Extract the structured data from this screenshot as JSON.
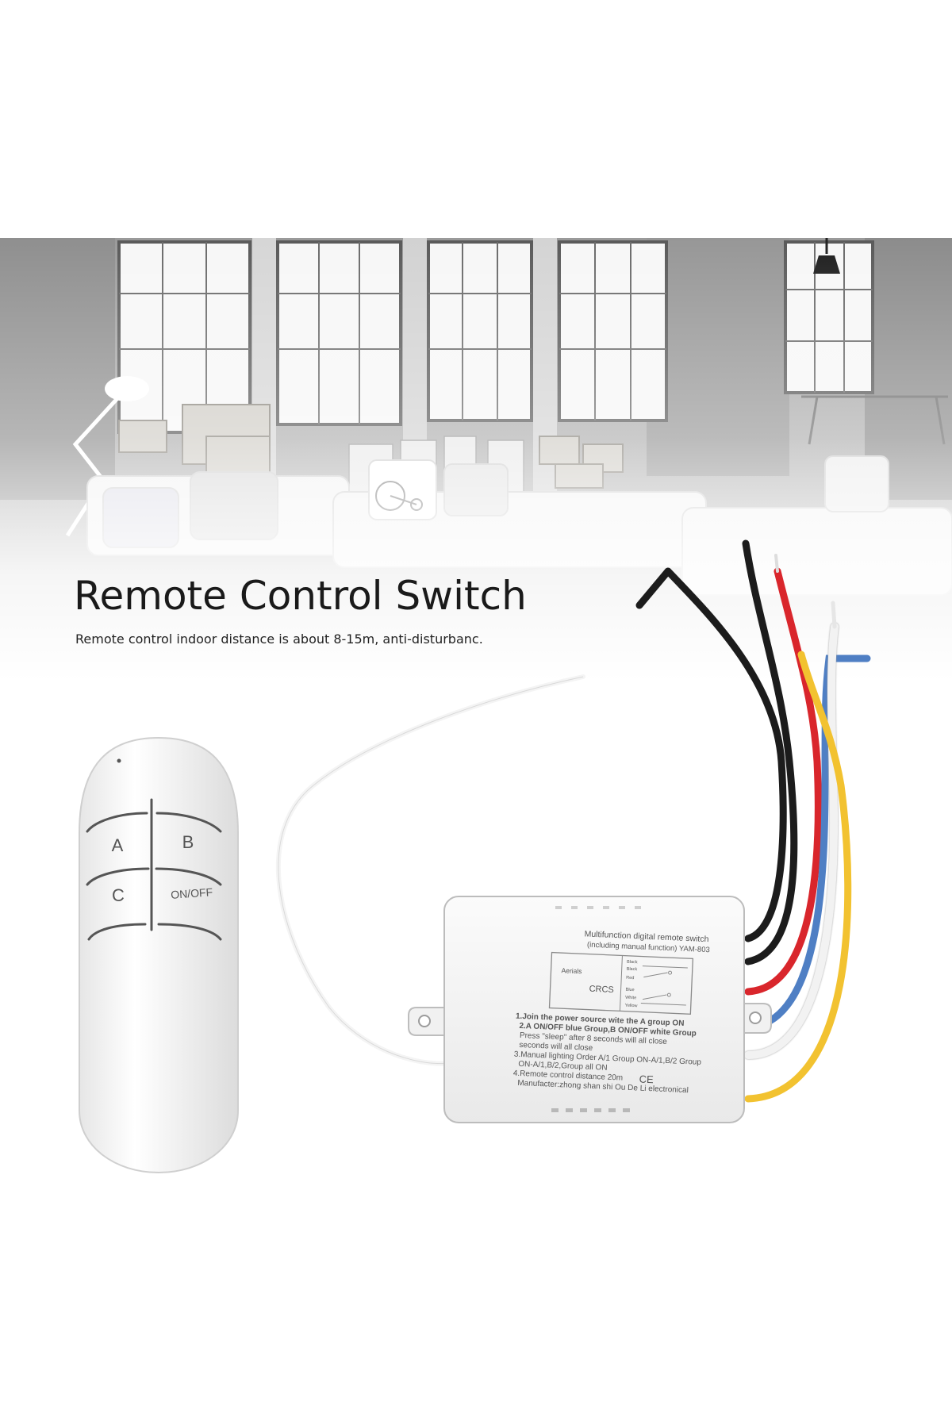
{
  "headline": {
    "title": "Remote Control Switch",
    "subtitle": "Remote control indoor distance is about 8-15m, anti-disturbanc."
  },
  "remote": {
    "buttons": [
      "A",
      "B",
      "C",
      "ON/OFF"
    ]
  },
  "receiver": {
    "header_line1": "Multifunction digital remote switch",
    "header_line2": "(including manual function)  YAM-803",
    "aerial_label": "Aerials",
    "chip_label": "CRCS",
    "wire_legend": [
      "Black",
      "Black",
      "Red",
      "Blue",
      "White",
      "Yellow"
    ],
    "instructions": [
      "1.Join the power source wite the A group ON",
      "2.A ON/OFF blue Group,B ON/OFF white Group",
      "Press \"sleep\" after 8 seconds will all close",
      "seconds will all close",
      "3.Manual lighting Order A/1 Group ON-A/1,B/2 Group",
      "ON-A/1,B/2,Group all ON",
      "4.Remote control distance 20m",
      "Manufacter:zhong shan shi Ou De Li electronical"
    ],
    "ce_mark": "CE"
  },
  "colors": {
    "wire_black": "#1c1c1c",
    "wire_red": "#d9262c",
    "wire_blue": "#4f7fc4",
    "wire_white": "#f2f2f2",
    "wire_yellow": "#f2c230",
    "device_body": "#f4f4f4"
  }
}
